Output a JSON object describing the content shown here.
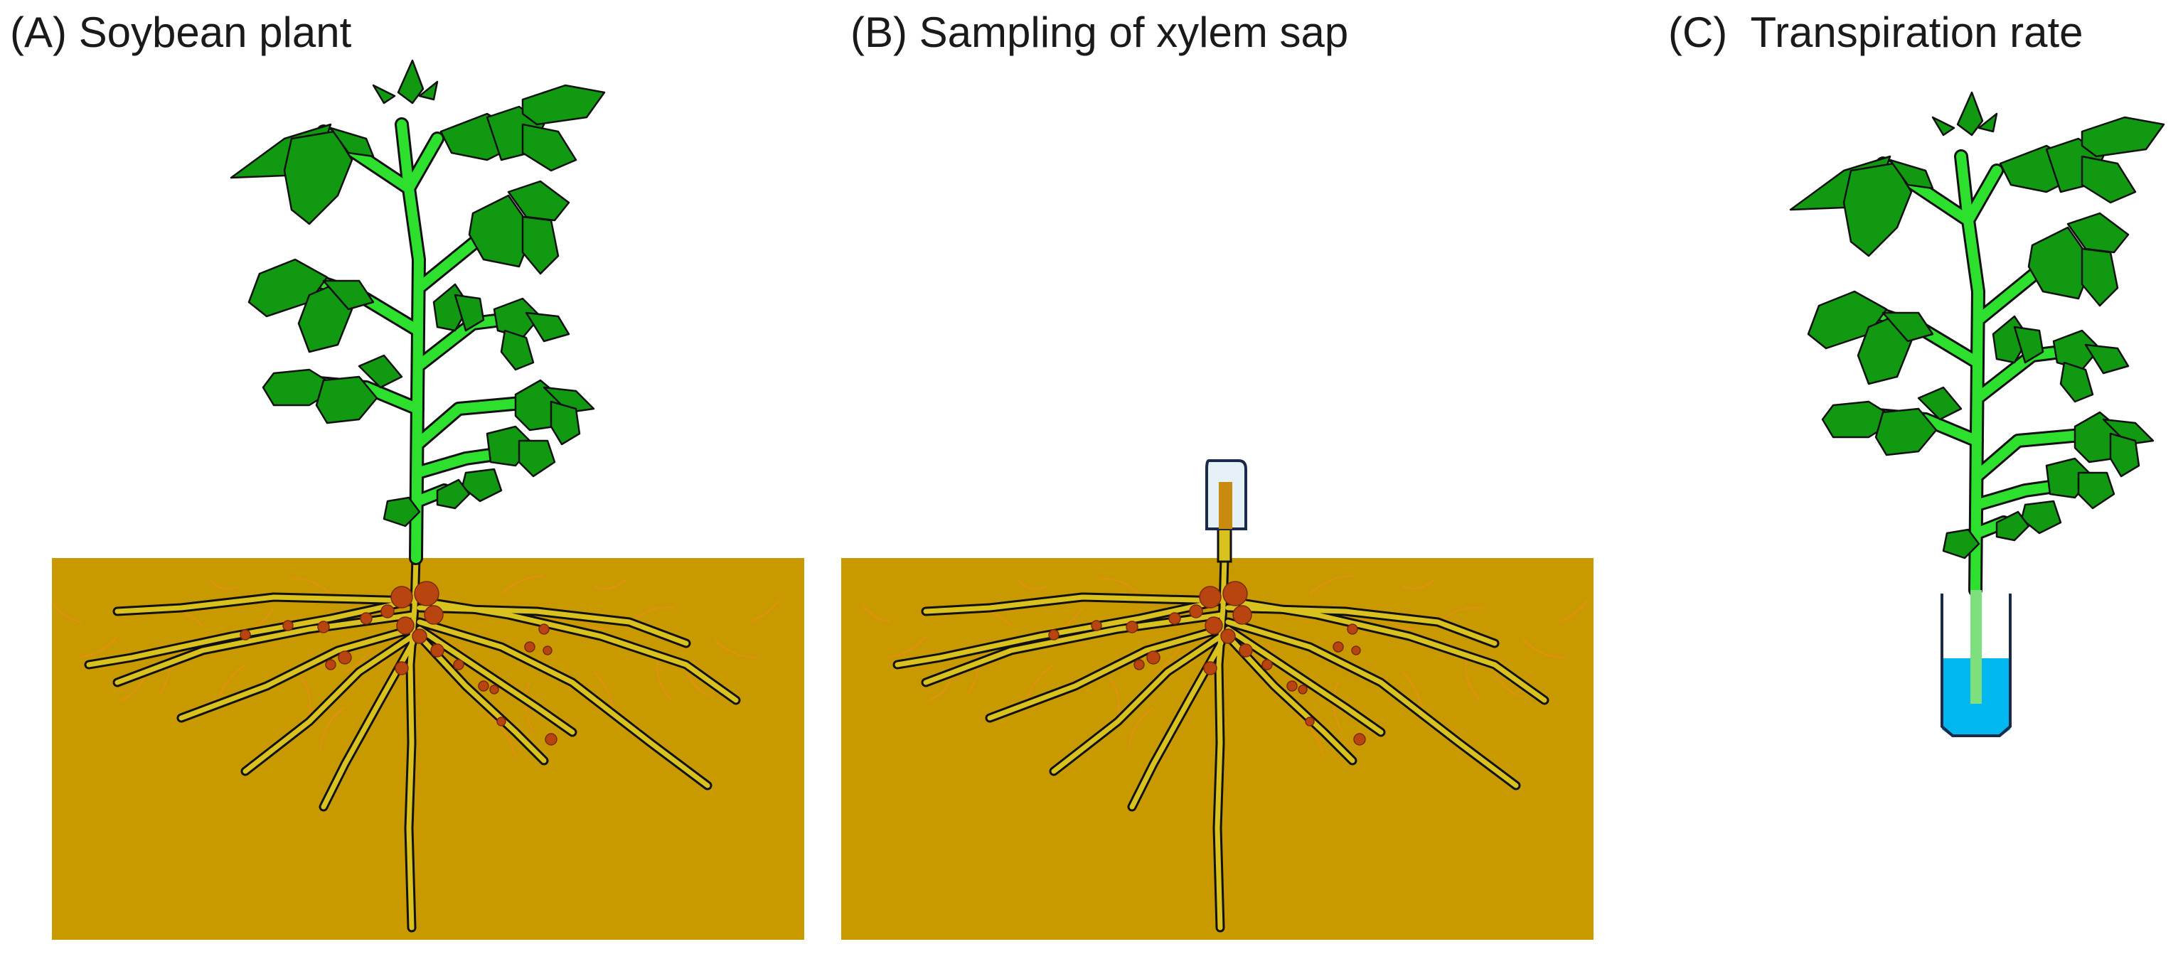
{
  "panels": {
    "a": {
      "label": "(A) Soybean plant"
    },
    "b": {
      "label": "(B) Sampling of xylem sap"
    },
    "c": {
      "label": "(C)  Transpiration rate"
    }
  },
  "colors": {
    "soil": "#c99a00",
    "leaf": "#119911",
    "stem": "#22dd22",
    "root": "#d9c21e",
    "nodule": "#b8440f",
    "hair": "#f08a1e",
    "water": "#00b7f0",
    "sap": "#c98a10",
    "outline": "#1b2a4a"
  }
}
